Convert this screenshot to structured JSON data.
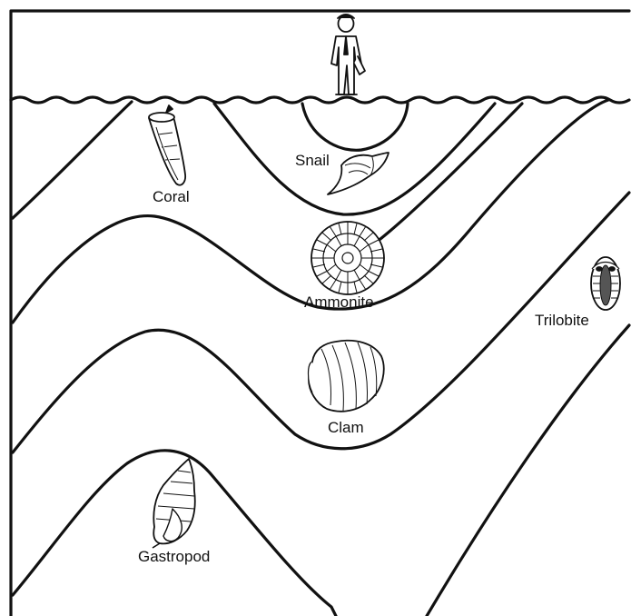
{
  "diagram": {
    "type": "folded rock layers cross-section with fossils",
    "colors": {
      "ink": "#111111",
      "background": "#ffffff"
    },
    "figure_icon": "person-standing-icon",
    "fossils": [
      {
        "key": "snail",
        "label": "Snail",
        "icon": "snail-shell-icon"
      },
      {
        "key": "coral",
        "label": "Coral",
        "icon": "horn-coral-icon"
      },
      {
        "key": "ammonite",
        "label": "Ammonite",
        "icon": "ammonite-icon"
      },
      {
        "key": "trilobite",
        "label": "Trilobite",
        "icon": "trilobite-icon"
      },
      {
        "key": "clam",
        "label": "Clam",
        "icon": "clam-shell-icon"
      },
      {
        "key": "gastropod",
        "label": "Gastropod",
        "icon": "gastropod-shell-icon"
      }
    ]
  }
}
